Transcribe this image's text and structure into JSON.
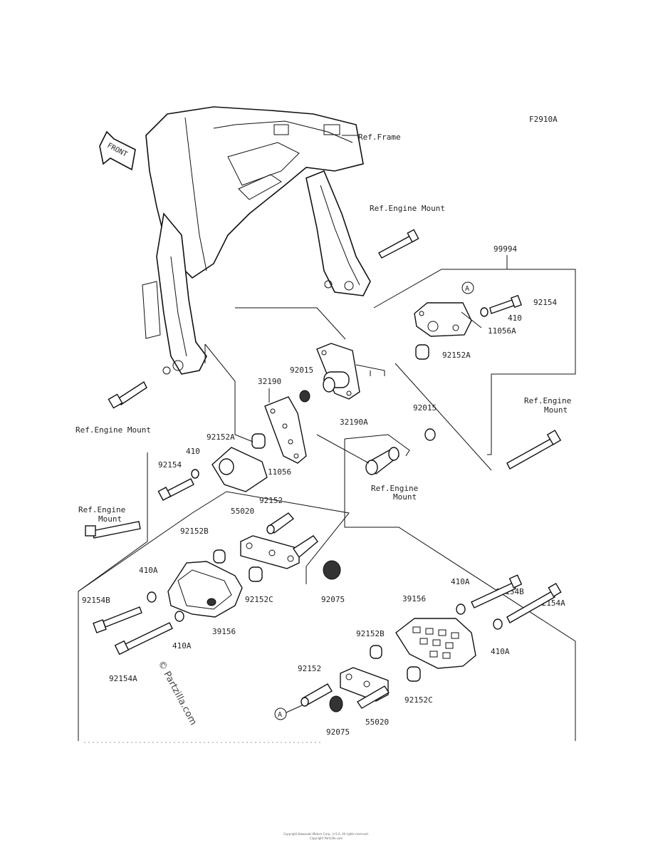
{
  "figure_code": "F2910A",
  "front_label": "FRONT",
  "ref_labels": {
    "frame": "Ref.Frame",
    "engine_mount_top": "Ref.Engine Mount",
    "engine_mount_left": "Ref.Engine Mount",
    "engine_mount_right_1": "Ref.Engine",
    "engine_mount_right_2": "Mount",
    "engine_mount_center_1": "Ref.Engine",
    "engine_mount_center_2": "Mount",
    "engine_mount_lower_1": "Ref.Engine",
    "engine_mount_lower_2": "Mount"
  },
  "parts": {
    "p99994": "99994",
    "p92154_top": "92154",
    "p410_top": "410",
    "p11056A": "11056A",
    "p92152A_top": "92152A",
    "p92015_a": "92015",
    "p32190": "32190",
    "p32190A": "32190A",
    "p92015_b": "92015",
    "p92152A_mid": "92152A",
    "p410_mid": "410",
    "p92154_mid": "92154",
    "p11056": "11056",
    "p92152_left": "92152",
    "p55020_left": "55020",
    "p92152B_left": "92152B",
    "p410A_left_top": "410A",
    "p92154B_left": "92154B",
    "p92152C_left": "92152C",
    "p92075_left": "92075",
    "p39156_left": "39156",
    "p410A_left_bot": "410A",
    "p92154A_left": "92154A",
    "p92154B_right": "92154B",
    "p92154A_right": "92154A",
    "p410A_right_top": "410A",
    "p39156_right": "39156",
    "p92152B_right": "92152B",
    "p410A_right_bot": "410A",
    "p92152_right": "92152",
    "p92152C_right": "92152C",
    "p92075_right": "92075",
    "p55020_right": "55020"
  },
  "callouts": {
    "a_top": "A",
    "a_bottom": "A"
  },
  "watermark": "© Partzilla.com",
  "footer_line1": "Copyright Kawasaki Motors Corp., U.S.A. All rights reserved.",
  "footer_line2": "Copyright Partzilla.com"
}
